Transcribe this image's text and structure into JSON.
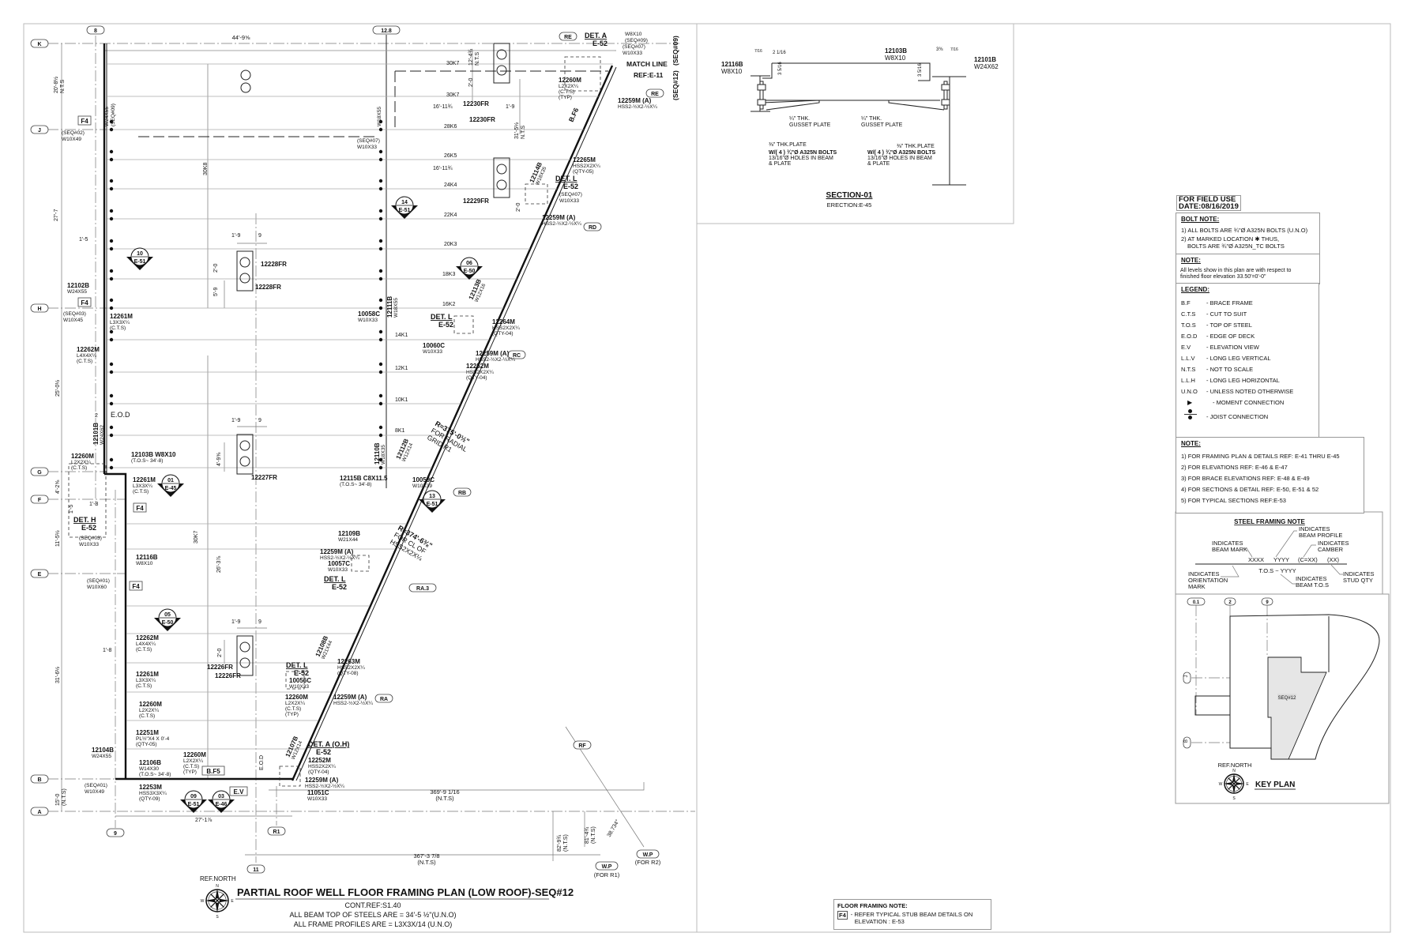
{
  "plan": {
    "title": "PARTIAL ROOF WELL FLOOR FRAMING PLAN (LOW ROOF)-SEQ#12",
    "cont_ref": "CONT.REF:S1.40",
    "tos_note": "ALL BEAM TOP OF STEELS ARE = 34'-5 ½\"(U.N.O)",
    "frame_note": "ALL FRAME PROFILES ARE = L3X3X/14 (U.N.O)",
    "ref_north": "REF.NORTH",
    "compass": {
      "n": "N",
      "s": "S",
      "e": "E",
      "w": "W"
    },
    "bubbles": [
      "K",
      "J",
      "H",
      "G",
      "F",
      "E",
      "B",
      "A",
      "8",
      "12.8",
      "9",
      "11",
      "R1",
      "RE",
      "RE",
      "RD",
      "RC",
      "RB",
      "RA.3",
      "RA",
      "RF",
      "W.P",
      "W.P"
    ],
    "boxes": [
      "F4",
      "F4",
      "F4",
      "F4",
      "B.F5",
      "E.V"
    ],
    "markers": [
      [
        "10",
        "E-51"
      ],
      [
        "14",
        "E-51"
      ],
      [
        "06",
        "E-50"
      ],
      [
        "01",
        "E-45"
      ],
      [
        "13",
        "E-51"
      ],
      [
        "05",
        "E-50"
      ],
      [
        "09",
        "E-51"
      ],
      [
        "03",
        "E-46"
      ]
    ],
    "labels": [
      [
        "44'-9⅝"
      ],
      [
        "20'-8½",
        "N.T.S"
      ],
      [
        "27'-7"
      ],
      [
        "(SEQ#02)",
        "W10X49"
      ],
      [
        "W24X55",
        "(SEQ#09)"
      ],
      [
        "1'-5"
      ],
      [
        "12102B",
        "W24X55"
      ],
      [
        "(SEQ#03)",
        "W10X45"
      ],
      [
        "12261M",
        "L3X3X¼",
        "(C.T.S)"
      ],
      [
        "10058C",
        "W10X33"
      ],
      [
        "30K8"
      ],
      [
        "12228FR"
      ],
      [
        "12228FR"
      ],
      [
        "1'-9"
      ],
      [
        "9"
      ],
      [
        "2'-0"
      ],
      [
        "5'-9"
      ],
      [
        "W18X55"
      ],
      [
        "(SEQ#07)",
        "W10X33"
      ],
      [
        "DET. A",
        "E-52"
      ],
      [
        "W8X10",
        "(SEQ#09)"
      ],
      [
        "(SEQ#07)",
        "W10X33"
      ],
      [
        "MATCH LINE"
      ],
      [
        "REF:E-11"
      ],
      [
        "(SEQ#09)"
      ],
      [
        "(SEQ#12)"
      ],
      [
        "30K7"
      ],
      [
        "12'-4¾",
        "N.T.S"
      ],
      [
        "2'-0"
      ],
      [
        "30K7"
      ],
      [
        "16'-11¾"
      ],
      [
        "12230FR"
      ],
      [
        "1'-9"
      ],
      [
        "12230FR"
      ],
      [
        "31'-5½",
        "N.T.S"
      ],
      [
        "12260M",
        "L2X2X¼",
        "(C.T.S)",
        "(TYP)"
      ],
      [
        "12259M (A)",
        "HSS2-½X2-½X¼"
      ],
      [
        "B.F6"
      ],
      [
        "28K6"
      ],
      [
        "26K5"
      ],
      [
        "16'-11¾"
      ],
      [
        "24K4"
      ],
      [
        "22K4"
      ],
      [
        "20K3"
      ],
      [
        "18K3"
      ],
      [
        "16K2"
      ],
      [
        "12265M",
        "HSS2X2X¼",
        "(QTY-05)"
      ],
      [
        "12114B",
        "W18X35"
      ],
      [
        "DET. L",
        "E-52"
      ],
      [
        "(SEQ#07)",
        "W10X33"
      ],
      [
        "12229FR"
      ],
      [
        "2'-0"
      ],
      [
        "12259M (A)",
        "HSS2-½X2-½X¼"
      ],
      [
        "12111B",
        "W18X55"
      ],
      [
        "12113B",
        "W12X16"
      ],
      [
        "DET. L",
        "E-52"
      ],
      [
        "12264M",
        "HSS2X2X¼",
        "(QTY-04)"
      ],
      [
        "14K1"
      ],
      [
        "10060C",
        "W10X33"
      ],
      [
        "12259M (A)",
        "HSS2-½X2-½X¼"
      ],
      [
        "12252M",
        "HSS2X2X¼",
        "(QTY-04)"
      ],
      [
        "12K1"
      ],
      [
        "10K1"
      ],
      [
        "8K1"
      ],
      [
        "R≈375'-0½\"",
        "FOR RADIAL",
        "GRID R1"
      ],
      [
        "12110B",
        "W18X35"
      ],
      [
        "12112B",
        "W12X14"
      ],
      [
        "12115B C8X11.5",
        "(T.O.S~ 34'-8)"
      ],
      [
        "10059C",
        "W10X39"
      ],
      [
        "12109B",
        "W21X44"
      ],
      [
        "R≈374'-6⅜\"",
        "FOR CL OF",
        "HSS2X2X¼"
      ],
      [
        "12259M (A)",
        "HSS2-½X2-½X¼"
      ],
      [
        "10057C",
        "W10X33"
      ],
      [
        "DET. L",
        "E-52"
      ],
      [
        "12262M",
        "L4X4X¼",
        "(C.T.S)"
      ],
      [
        "25'-0½"
      ],
      [
        "2"
      ],
      [
        "E.O.D"
      ],
      [
        "12101B",
        "W24X62"
      ],
      [
        "12260M",
        "L2X2X¼",
        "(C.T.S)"
      ],
      [
        "12103B W8X10",
        "(T.O.S~ 34'-8)"
      ],
      [
        "12261M",
        "L3X3X¼",
        "(C.T.S)"
      ],
      [
        "4'-2⅝"
      ],
      [
        "1'-5"
      ],
      [
        "1'-8"
      ],
      [
        "DET. H",
        "E-52"
      ],
      [
        "(SEQ#03)",
        "W10X33"
      ],
      [
        "11'-5½"
      ],
      [
        "12227FR"
      ],
      [
        "1'-9"
      ],
      [
        "9"
      ],
      [
        "4'-9⅝"
      ],
      [
        "30K7"
      ],
      [
        "26'-3⅞"
      ],
      [
        "12116B",
        "W8X10"
      ],
      [
        "(SEQ#01)",
        "W10X60"
      ],
      [
        "1'-8"
      ],
      [
        "12262M",
        "L4X4X¼",
        "(C.T.S)"
      ],
      [
        "1'-9"
      ],
      [
        "9"
      ],
      [
        "2'-0"
      ],
      [
        "12226FR"
      ],
      [
        "12226FR"
      ],
      [
        "31'-6½"
      ],
      [
        "12261M",
        "L3X3X¼",
        "(C.T.S)"
      ],
      [
        "12260M",
        "L2X2X¼",
        "(C.T.S)"
      ],
      [
        "12251M",
        "PL½\"X4 X 0'-4",
        "(QTY-05)"
      ],
      [
        "12104B",
        "W24X55"
      ],
      [
        "12106B",
        "W14X30",
        "(T.O.S~ 34'-8)"
      ],
      [
        "12260M",
        "L2X2X¼",
        "(C.T.S)",
        "(TYP)"
      ],
      [
        "E.O.D"
      ],
      [
        "(SEQ#01)",
        "W10X49"
      ],
      [
        "12253M",
        "HSS3X3X¼",
        "(QTY-09)"
      ],
      [
        "15'-0",
        "(N.T.S)"
      ],
      [
        "27'-1⅞"
      ],
      [
        "12107B",
        "W12X14"
      ],
      [
        "DET. A (O.H)",
        "E-52"
      ],
      [
        "12252M",
        "HSS2X2X¼",
        "(QTY-04)"
      ],
      [
        "12259M (A)",
        "HSS2-½X2-½X¼"
      ],
      [
        "11051C",
        "W10X33"
      ],
      [
        "12108B",
        "W21X44"
      ],
      [
        "DET. L",
        "E-52"
      ],
      [
        "10056C",
        "W10X33"
      ],
      [
        "12260M",
        "L2X2X¼",
        "(C.T.S)",
        "(TYP)"
      ],
      [
        "12263M",
        "HSS2X2X¼",
        "(QTY-08)"
      ],
      [
        "12259M (A)",
        "HSS2-½X2-½X¼"
      ],
      [
        "369'-9 1/16",
        "(N.T.S)"
      ],
      [
        "367'-3 7/8",
        "(N.T.S)"
      ],
      [
        "82'-9¾",
        "(N.T.S)"
      ],
      [
        "81'-4¾",
        "(N.T.S)"
      ],
      [
        "38.734°"
      ],
      [
        "(FOR R1)"
      ],
      [
        "(FOR R2)"
      ]
    ]
  },
  "section": {
    "title": "SECTION-01",
    "erection": "ERECTION:E-45",
    "left_beam": {
      "mark": "12116B",
      "profile": "W8X10"
    },
    "top_beam": {
      "mark": "12103B",
      "profile": "W8X10"
    },
    "right_beam": {
      "mark": "12101B",
      "profile": "W24X62"
    },
    "gusset_l": [
      "¼\" THK.",
      "GUSSET PLATE"
    ],
    "gusset_r": [
      "¼\" THK.",
      "GUSSET PLATE"
    ],
    "plate_l": [
      "⅜\" THK.PLATE",
      "W/( 4 ) ¾\"Ø A325N BOLTS",
      "13/16\"Ø HOLES IN BEAM",
      "& PLATE"
    ],
    "plate_r": [
      "⅜\" THK.PLATE",
      "W/( 4 ) ¾\"Ø A325N BOLTS",
      "13/16\"Ø HOLES IN BEAM",
      "& PLATE"
    ],
    "dims": [
      "7/16",
      "2 1/16",
      "3 5/16",
      "3 5/16",
      "3⅜",
      "7/16"
    ]
  },
  "field_use": {
    "line1": "FOR FIELD USE",
    "line2": "DATE:08/16/2019"
  },
  "bolt_note": {
    "heading": "BOLT NOTE:",
    "items": [
      "1) ALL BOLTS ARE ¾\"Ø A325N BOLTS (U.N.O)",
      "2) AT MARKED LOCATION ✱ THUS,",
      "BOLTS ARE ¾\"Ø A325N_TC BOLTS"
    ]
  },
  "note": {
    "heading": "NOTE:",
    "text": [
      "All levels show in this plan are with respect to",
      "finished floor elevation 33.50'=0'-0\""
    ]
  },
  "legend": {
    "heading": "LEGEND:",
    "items": [
      {
        "abbr": "B.F",
        "desc": "- BRACE FRAME"
      },
      {
        "abbr": "C.T.S",
        "desc": "- CUT TO SUIT"
      },
      {
        "abbr": "T.O.S",
        "desc": "- TOP OF STEEL"
      },
      {
        "abbr": "E.O.D",
        "desc": "- EDGE OF DECK"
      },
      {
        "abbr": "E.V",
        "desc": "- ELEVATION VIEW"
      },
      {
        "abbr": "L.L.V",
        "desc": "- LONG LEG VERTICAL"
      },
      {
        "abbr": "N.T.S",
        "desc": "- NOT TO SCALE"
      },
      {
        "abbr": "L.L.H",
        "desc": "- LONG LEG HORIZONTAL"
      },
      {
        "abbr": "U.N.O",
        "desc": "- UNLESS NOTED OTHERWISE"
      }
    ],
    "symbols": [
      {
        "icon": "moment-connection-icon",
        "desc": "- MOMENT CONNECTION"
      },
      {
        "icon": "joist-connection-icon",
        "desc": "- JOIST CONNECTION"
      }
    ]
  },
  "refs_note": {
    "heading": "NOTE:",
    "items": [
      "1) FOR FRAMING PLAN & DETAILS REF: E-41 THRU E-45",
      "2) FOR  ELEVATIONS REF: E-46 & E-47",
      "3) FOR BRACE ELEVATIONS REF: E-48 & E-49",
      "4) FOR SECTIONS & DETAIL REF: E-50, E-51 & 52",
      "5) FOR TYPICAL SECTIONS REF:E-53"
    ]
  },
  "steel_framing_note": {
    "title": "STEEL FRAMING NOTE",
    "beam_mark": [
      "INDICATES",
      "BEAM MARK"
    ],
    "beam_profile": [
      "INDICATES",
      "BEAM PROFILE"
    ],
    "camber": [
      "INDICATES",
      "CAMBER"
    ],
    "orientation": [
      "INDICATES",
      "ORIENTATION",
      "MARK"
    ],
    "beam_tos": [
      "INDICATES",
      "BEAM T.O.S"
    ],
    "stud_qty": [
      "INDICATES",
      "STUD QTY"
    ],
    "fields": [
      "XXXX",
      "YYYY",
      "(C=XX)",
      "(XX)"
    ],
    "tos": "T.O.S ~ YYYY"
  },
  "key_plan": {
    "title": "KEY PLAN",
    "ref_north": "REF.NORTH",
    "cols": [
      "0.1",
      "2",
      "9"
    ],
    "rows": [
      "J",
      "B"
    ],
    "seq": "SEQ#12"
  },
  "floor_framing_note": {
    "heading": "FLOOR FRAMING NOTE:",
    "tag": "F4",
    "text": [
      "- REFER TYPICAL STUB BEAM DETAILS ON",
      "ELEVATION : E-53"
    ]
  }
}
